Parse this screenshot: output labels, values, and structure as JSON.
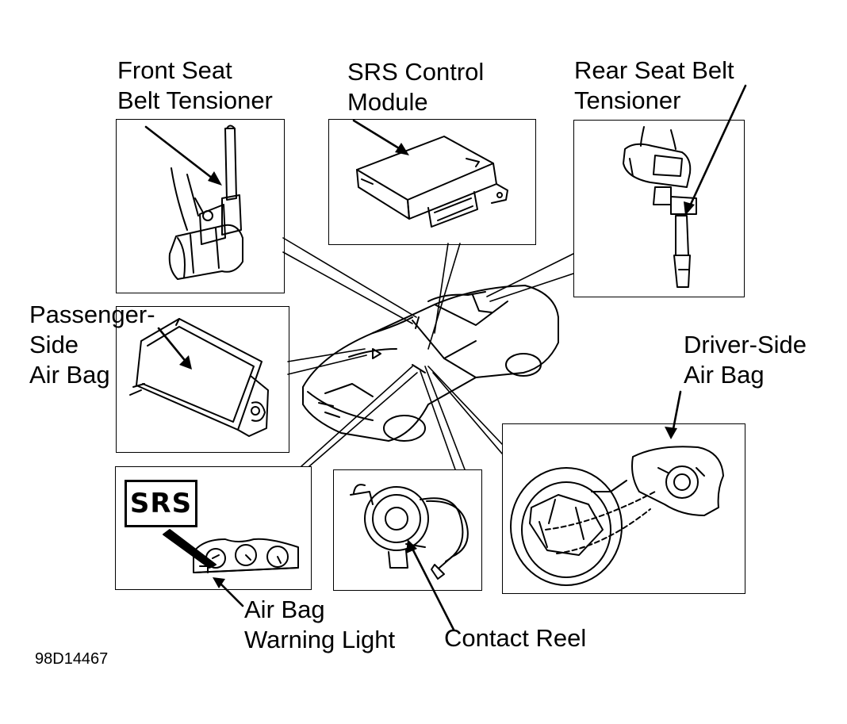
{
  "labels": {
    "front_seat_line1": "Front Seat",
    "front_seat_line2": "Belt Tensioner",
    "srs_line1": "SRS Control",
    "srs_line2": "Module",
    "rear_seat_line1": "Rear Seat Belt",
    "rear_seat_line2": "Tensioner",
    "passenger_line1": "Passenger-",
    "passenger_line2": "Side",
    "passenger_line3": "Air Bag",
    "driver_line1": "Driver-Side",
    "driver_line2": "Air Bag",
    "warning_line1": "Air Bag",
    "warning_line2": "Warning Light",
    "contact_reel": "Contact Reel"
  },
  "srs_badge": "SRS",
  "figure_id": "98D14467"
}
